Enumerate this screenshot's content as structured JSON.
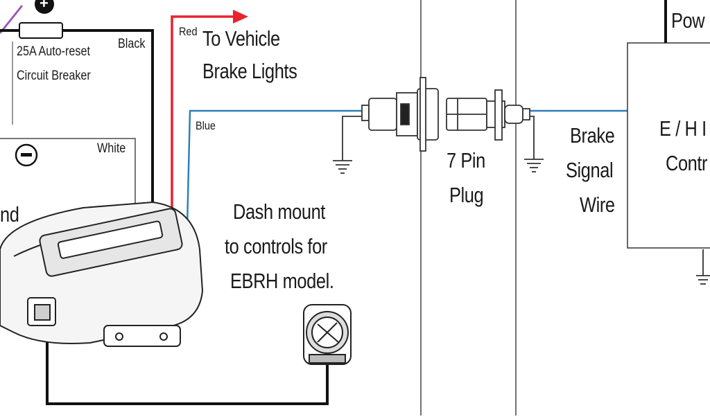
{
  "labels": {
    "plus_sign": "+",
    "breaker_rating": "25A Auto-reset",
    "breaker_name": "Circuit Breaker",
    "black_wire": "Black",
    "red_wire": "Red",
    "to_vehicle": "To Vehicle",
    "brake_lights": "Brake Lights",
    "blue_wire": "Blue",
    "white_wire": "White",
    "minus_sign": "−",
    "left_cut_text": "nd",
    "dash_mount_1": "Dash mount",
    "dash_mount_2": "to controls for",
    "dash_mount_3": "EBRH model.",
    "plug_1": "7 Pin",
    "plug_2": "Plug",
    "brake_1": "Brake",
    "brake_2": "Signal",
    "brake_3": "Wire",
    "power_cut": "Pow",
    "ehcontrol_1": "E / H I",
    "ehcontrol_2": "Contr"
  },
  "colors": {
    "red_wire": "#e8232e",
    "blue_wire": "#2f7fb8",
    "black_wire": "#111111",
    "purple_wire": "#9b59b6"
  },
  "icons": [
    "ground-symbol-icon",
    "plus-terminal-icon",
    "minus-terminal-icon"
  ]
}
